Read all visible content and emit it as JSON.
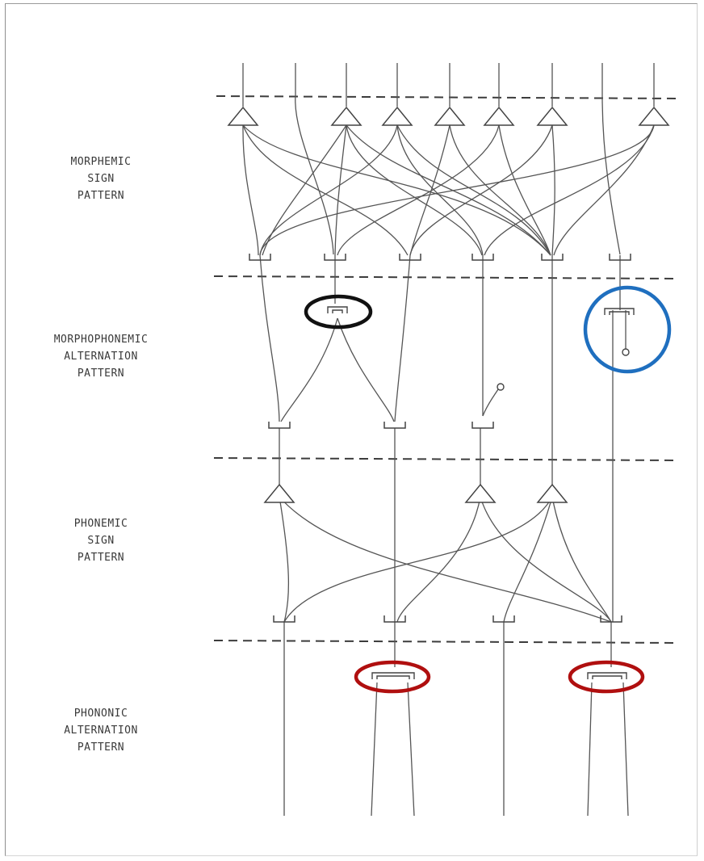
{
  "diagram": {
    "levels": [
      {
        "id": "morphemic-sign",
        "lines": [
          "MORPHEMIC",
          "SIGN",
          "PATTERN"
        ]
      },
      {
        "id": "morphophonemic-alternation",
        "lines": [
          "MORPHOPHONEMIC",
          "ALTERNATION",
          "PATTERN"
        ]
      },
      {
        "id": "phonemic-sign",
        "lines": [
          "PHONEMIC",
          "SIGN",
          "PATTERN"
        ]
      },
      {
        "id": "phonic-alternation",
        "lines": [
          "PHONONIC",
          "ALTERNATION",
          "PATTERN"
        ]
      }
    ],
    "highlight_colors": {
      "black": "#111111",
      "blue": "#1f6fbf",
      "red": "#b00f0f"
    },
    "line_color": "#555555",
    "dash_color": "#3c3c3c"
  }
}
